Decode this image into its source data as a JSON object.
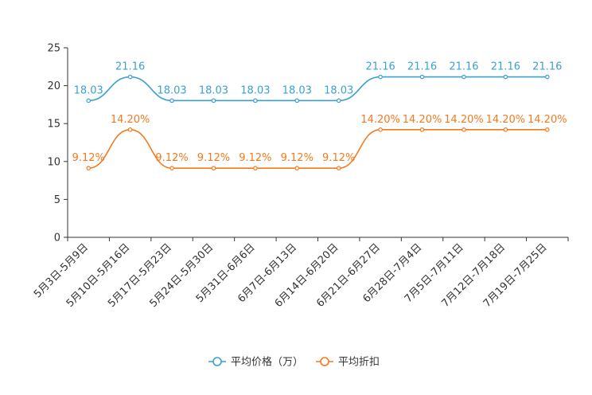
{
  "chart_data": {
    "type": "line",
    "categories": [
      "5月3日-5月9日",
      "5月10日-5月16日",
      "5月17日-5月23日",
      "5月24日-5月30日",
      "5月31日-6月6日",
      "6月7日-6月13日",
      "6月14日-6月20日",
      "6月21日-6月27日",
      "6月28日-7月4日",
      "7月5日-7月11日",
      "7月12日-7月18日",
      "7月19日-7月25日"
    ],
    "series": [
      {
        "name": "平均价格（万）",
        "color": "#3ba1d0",
        "values": [
          18.03,
          21.16,
          18.03,
          18.03,
          18.03,
          18.03,
          18.03,
          21.16,
          21.16,
          21.16,
          21.16,
          21.16
        ],
        "labels": [
          "18.03",
          "21.16",
          "18.03",
          "18.03",
          "18.03",
          "18.03",
          "18.03",
          "21.16",
          "21.16",
          "21.16",
          "21.16",
          "21.16"
        ]
      },
      {
        "name": "平均折扣",
        "color": "#f5791f",
        "values": [
          9.12,
          14.2,
          9.12,
          9.12,
          9.12,
          9.12,
          9.12,
          14.2,
          14.2,
          14.2,
          14.2,
          14.2
        ],
        "labels": [
          "9.12%",
          "14.20%",
          "9.12%",
          "9.12%",
          "9.12%",
          "9.12%",
          "9.12%",
          "14.20%",
          "14.20%",
          "14.20%",
          "14.20%",
          "14.20%"
        ]
      }
    ],
    "yticks": [
      "0",
      "5",
      "10",
      "15",
      "20",
      "25"
    ],
    "ylim": [
      0,
      25
    ],
    "legend_position": "bottom"
  }
}
